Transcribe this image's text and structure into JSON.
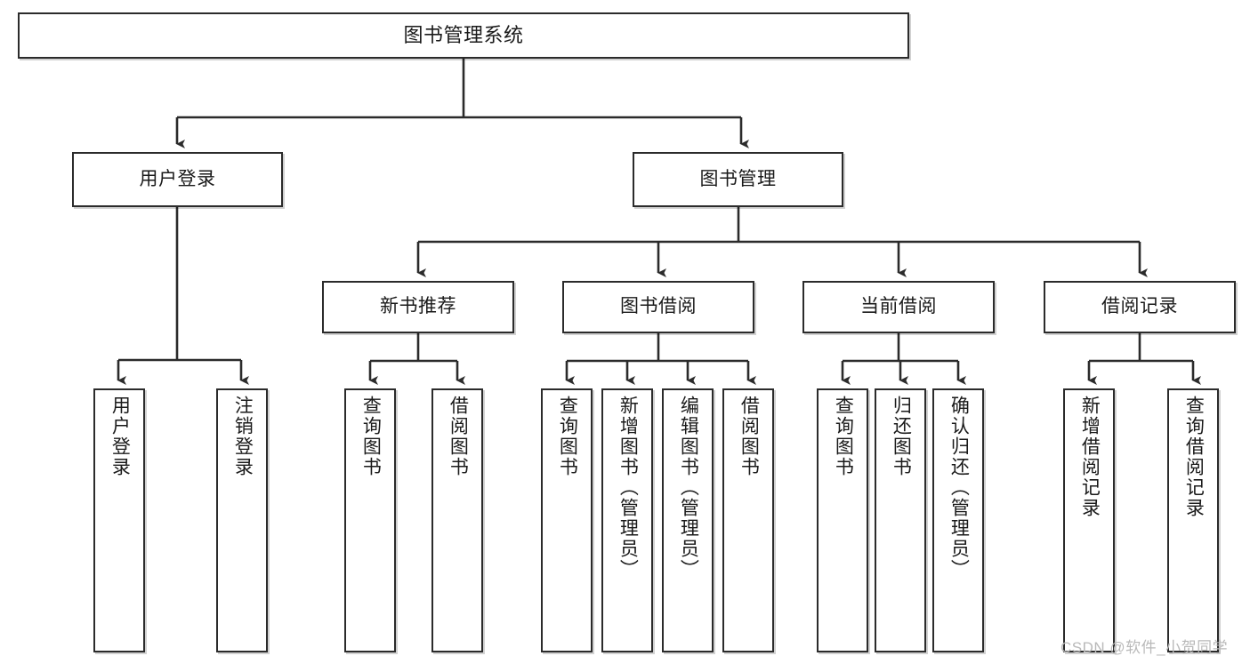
{
  "diagram": {
    "type": "tree-hierarchy",
    "title_node": {
      "id": "root",
      "label": "图书管理系统"
    },
    "level2": [
      {
        "id": "user-login",
        "label": "用户登录"
      },
      {
        "id": "book-management",
        "label": "图书管理"
      }
    ],
    "level3": [
      {
        "id": "new-book-recommend",
        "label": "新书推荐"
      },
      {
        "id": "book-borrow",
        "label": "图书借阅"
      },
      {
        "id": "current-borrow",
        "label": "当前借阅"
      },
      {
        "id": "borrow-record",
        "label": "借阅记录"
      }
    ],
    "leaves": [
      {
        "id": "leaf-user-login",
        "parent": "user-login",
        "label": "用户登录"
      },
      {
        "id": "leaf-logout",
        "parent": "user-login",
        "label": "注销登录"
      },
      {
        "id": "leaf-query-book-1",
        "parent": "new-book-recommend",
        "label": "查询图书"
      },
      {
        "id": "leaf-borrow-book-1",
        "parent": "new-book-recommend",
        "label": "借阅图书"
      },
      {
        "id": "leaf-query-book-2",
        "parent": "book-borrow",
        "label": "查询图书"
      },
      {
        "id": "leaf-add-book",
        "parent": "book-borrow",
        "label": "新增图书（管理员）"
      },
      {
        "id": "leaf-edit-book",
        "parent": "book-borrow",
        "label": "编辑图书（管理员）"
      },
      {
        "id": "leaf-borrow-book-2",
        "parent": "book-borrow",
        "label": "借阅图书"
      },
      {
        "id": "leaf-query-book-3",
        "parent": "current-borrow",
        "label": "查询图书"
      },
      {
        "id": "leaf-return-book",
        "parent": "current-borrow",
        "label": "归还图书"
      },
      {
        "id": "leaf-confirm-return",
        "parent": "current-borrow",
        "label": "确认归还（管理员）"
      },
      {
        "id": "leaf-add-record",
        "parent": "borrow-record",
        "label": "新增借阅记录"
      },
      {
        "id": "leaf-query-record",
        "parent": "borrow-record",
        "label": "查询借阅记录"
      }
    ]
  },
  "watermark": {
    "text": "CSDN @软件_小贺同学"
  },
  "colors": {
    "background": "#ffffff",
    "box_border": "#2b2b2b",
    "connector": "#2b2b2b",
    "text": "#1a1a1a",
    "watermark": "#b9b9b9"
  }
}
